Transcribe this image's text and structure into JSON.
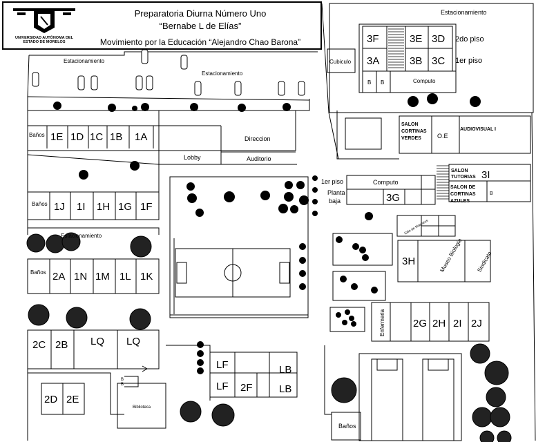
{
  "header": {
    "school_name": "Preparatoria Diurna Número Uno",
    "school_subtitle": "“Bernabe L de Elías”",
    "movement": "Movimiento por la Educación “Alejandro Chao Barona”",
    "logo_text_1": "UNIVERSIDAD AUTÓNOMA DEL",
    "logo_text_2": "ESTADO DE MORELOS"
  },
  "labels": {
    "parking_top_right": "Estacionamiento",
    "parking_top_left": "Estacionamiento",
    "parking_top_mid": "Estacionamiento",
    "parking_left_mid": "Estacionamiento",
    "cubiculo": "Cubiculo",
    "floor2": "2do piso",
    "floor1": "1er piso",
    "computo_top": "Computo",
    "salon_cortinas_verdes_1": "SALON",
    "salon_cortinas_verdes_2": "CORTINAS",
    "salon_cortinas_verdes_3": "VERDES",
    "oe": "O.E",
    "audiovisual": "AUDIOVISUAL I",
    "banos_1": "Baños",
    "banos_2": "Baños",
    "banos_3": "Baños",
    "banos_bottom": "Baños",
    "direccion": "Direccion",
    "lobby": "Lobby",
    "auditorio": "Auditorio",
    "floor1_mid": "1er piso",
    "planta_baja_1": "Planta",
    "planta_baja_2": "baja",
    "computo_mid": "Computo",
    "salon_tutorias_1": "SALON",
    "salon_tutorias_2": "TUTORIAS",
    "salon_cortinas_azules_1": "SALON DE",
    "salon_cortinas_azules_2": "CORTINAS",
    "salon_cortinas_azules_3": "AZULES",
    "sala_maestros": "Sala de Maestros",
    "museo": "Museo Biologia",
    "sindicato": "Sindicato",
    "enfermeria": "Enfermeria",
    "biblioteca": "Biblioteca",
    "b": "B"
  },
  "rooms": {
    "r3F": "3F",
    "r3E": "3E",
    "r3D": "3D",
    "r3A": "3A",
    "r3B": "3B",
    "r3C": "3C",
    "r1E": "1E",
    "r1D": "1D",
    "r1C": "1C",
    "r1B": "1B",
    "r1A": "1A",
    "r1J": "1J",
    "r1I": "1I",
    "r1H": "1H",
    "r1G": "1G",
    "r1F": "1F",
    "r2A": "2A",
    "r1N": "1N",
    "r1M": "1M",
    "r1L": "1L",
    "r1K": "1K",
    "r2C": "2C",
    "r2B": "2B",
    "rLQ1": "LQ",
    "rLQ2": "LQ",
    "r2D": "2D",
    "r2E": "2E",
    "rLF1": "LF",
    "rLF2": "LF",
    "r2F": "2F",
    "rLB1": "LB",
    "rLB2": "LB",
    "r3G": "3G",
    "r3I": "3I",
    "r3H": "3H",
    "r2G": "2G",
    "r2H": "2H",
    "r2I": "2I",
    "r2J": "2J"
  },
  "colors": {
    "line": "#000000",
    "background": "#ffffff"
  }
}
